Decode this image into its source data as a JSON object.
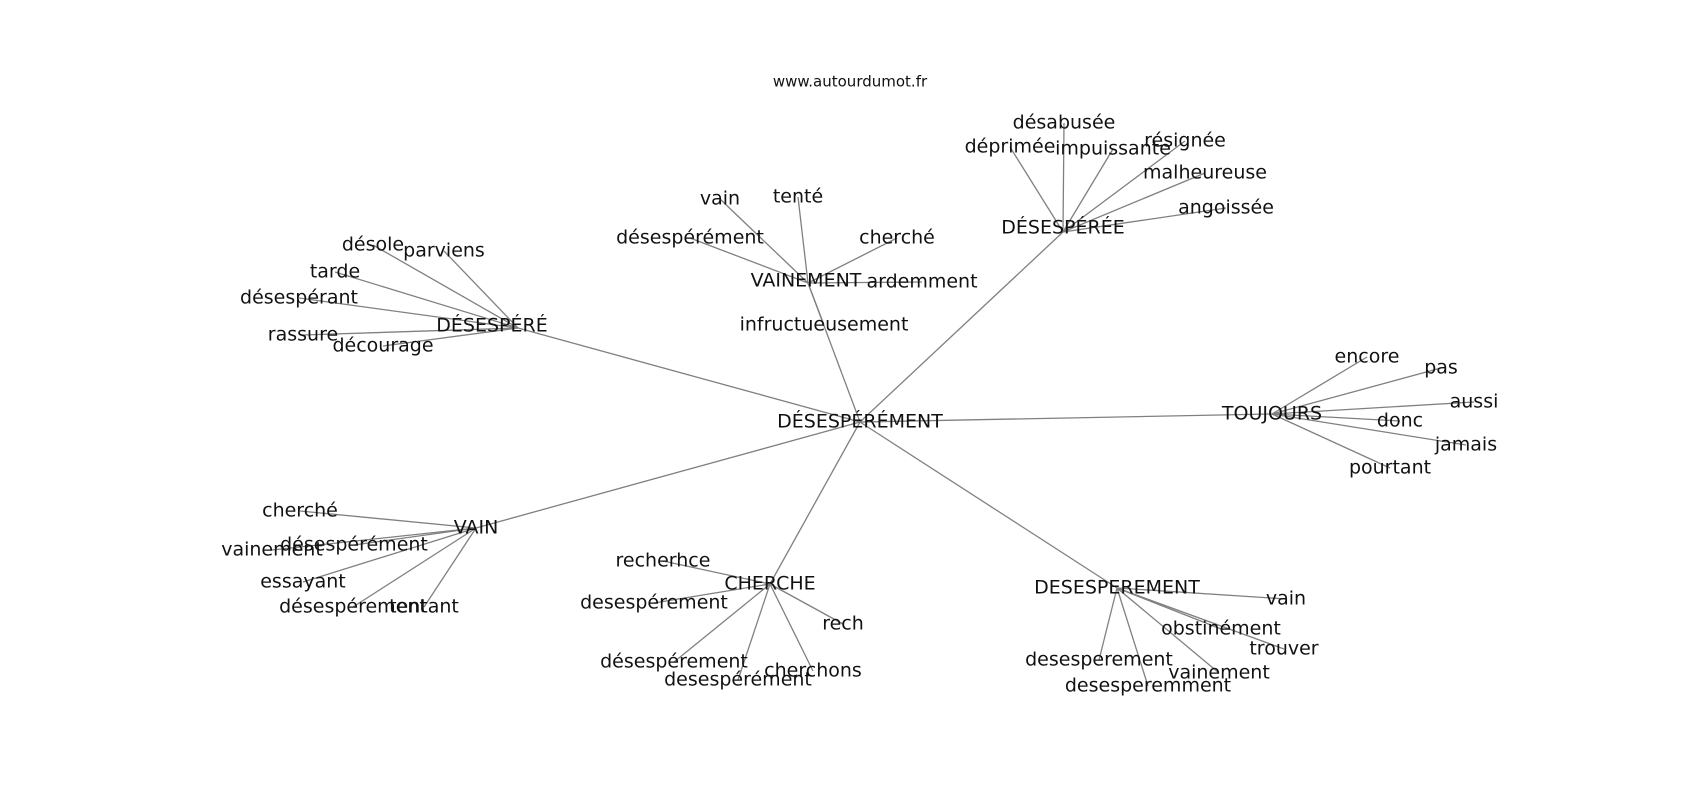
{
  "credit": "www.autourdumot.fr",
  "graph": {
    "center": {
      "id": "center",
      "label": "DÉSESPÉRÉMENT"
    },
    "hubs": [
      {
        "id": "desespere",
        "label": "DÉSESPÉRÉ",
        "leaves": [
          "désole",
          "parviens",
          "tarde",
          "désespérant",
          "rassure",
          "décourage"
        ]
      },
      {
        "id": "vainement",
        "label": "VAINEMENT",
        "leaves": [
          "vain",
          "tenté",
          "désespérément",
          "cherché",
          "ardemment",
          "infructueusement"
        ]
      },
      {
        "id": "desesperee",
        "label": "DÉSESPÉRÉE",
        "leaves": [
          "désabusée",
          "déprimée",
          "impuissante",
          "résignée",
          "malheureuse",
          "angoissée"
        ]
      },
      {
        "id": "toujours",
        "label": "TOUJOURS",
        "leaves": [
          "encore",
          "pas",
          "aussi",
          "donc",
          "jamais",
          "pourtant"
        ]
      },
      {
        "id": "vain",
        "label": "VAIN",
        "leaves": [
          "cherché",
          "vainement",
          "désespérément",
          "essayant",
          "désespérement",
          "tentant"
        ]
      },
      {
        "id": "cherche",
        "label": "CHERCHE",
        "leaves": [
          "recherhce",
          "desespérement",
          "rech",
          "désespérement",
          "cherchons",
          "desespérément"
        ]
      },
      {
        "id": "desesperement",
        "label": "DESESPEREMENT",
        "leaves": [
          "vain",
          "obstinément",
          "trouver",
          "desesperement",
          "vainement",
          "desesperemment"
        ]
      }
    ]
  }
}
